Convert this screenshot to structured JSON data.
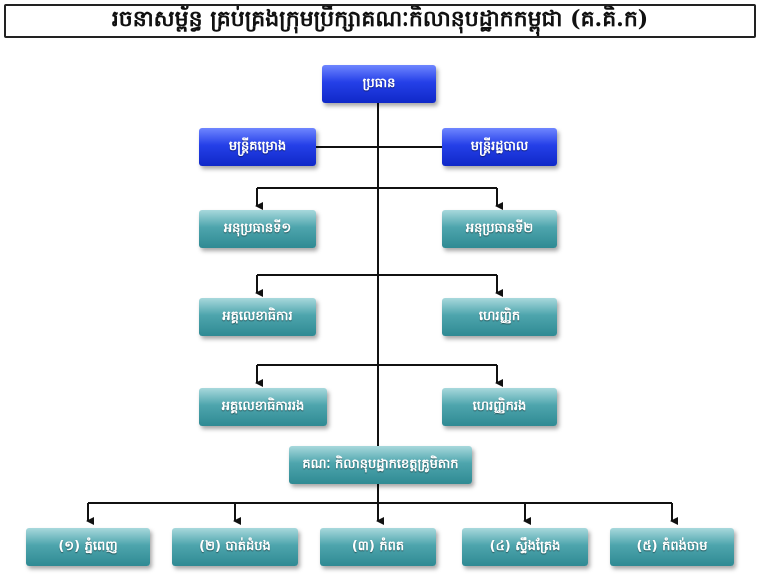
{
  "title": "រចនាសម្ព័ន្ធ គ្រប់គ្រងក្រុមប្រឹក្សាគណៈកិលានុបដ្ឋាកកម្ពុជា (គ.គិ.ក)",
  "nodes": {
    "president": "ប្រធាន",
    "project_officer": "មន្ត្រីគម្រោង",
    "admin_officer": "មន្ត្រីរដ្ឋបាល",
    "vice_president_1": "អនុប្រធានទី១",
    "vice_president_2": "អនុប្រធានទី២",
    "secretary_general": "អគ្គលេខាធិការ",
    "treasurer": "ហេរញ្ញិក",
    "deputy_secretary_general": "អគ្គលេខាធិការរង",
    "deputy_treasurer": "ហេរញ្ញិករង",
    "provincial_committee": "គណៈ កិលានុបដ្ឋាកខេត្តគ្រូមិតាក"
  },
  "regions": [
    "(១) ភ្នំពេញ",
    "(២) បាត់ដំបង",
    "(៣) កំពត",
    "(៤) ស្ទឹងត្រែង",
    "(៥) កំពង់ចាម"
  ],
  "colors": {
    "blue_box": "#1f3be0",
    "teal_box": "#3e98a1",
    "connector": "#111111"
  }
}
